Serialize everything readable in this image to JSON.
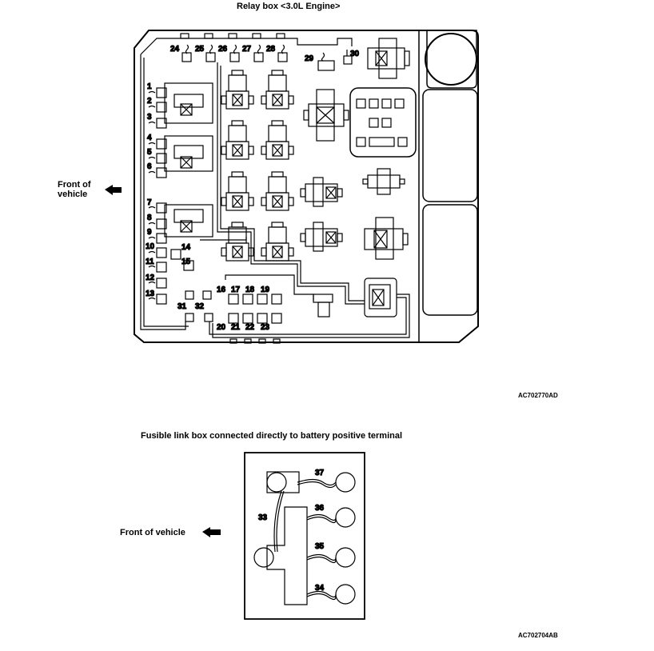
{
  "relay_box": {
    "title": "Relay box <3.0L Engine>",
    "code": "AC702770AD",
    "front_label_line1": "Front of",
    "front_label_line2": "vehicle",
    "numbers": {
      "n1": "1",
      "n2": "2",
      "n3": "3",
      "n4": "4",
      "n5": "5",
      "n6": "6",
      "n7": "7",
      "n8": "8",
      "n9": "9",
      "n10": "10",
      "n11": "11",
      "n12": "12",
      "n13": "13",
      "n14": "14",
      "n15": "15",
      "n16": "16",
      "n17": "17",
      "n18": "18",
      "n19": "19",
      "n20": "20",
      "n21": "21",
      "n22": "22",
      "n23": "23",
      "n24": "24",
      "n25": "25",
      "n26": "26",
      "n27": "27",
      "n28": "28",
      "n29": "29",
      "n30": "30",
      "n31": "31",
      "n32": "32"
    }
  },
  "fusible_box": {
    "title": "Fusible link box connected directly to battery positive terminal",
    "code": "AC702704AB",
    "front_label": "Front of vehicle",
    "numbers": {
      "n33": "33",
      "n34": "34",
      "n35": "35",
      "n36": "36",
      "n37": "37"
    }
  }
}
